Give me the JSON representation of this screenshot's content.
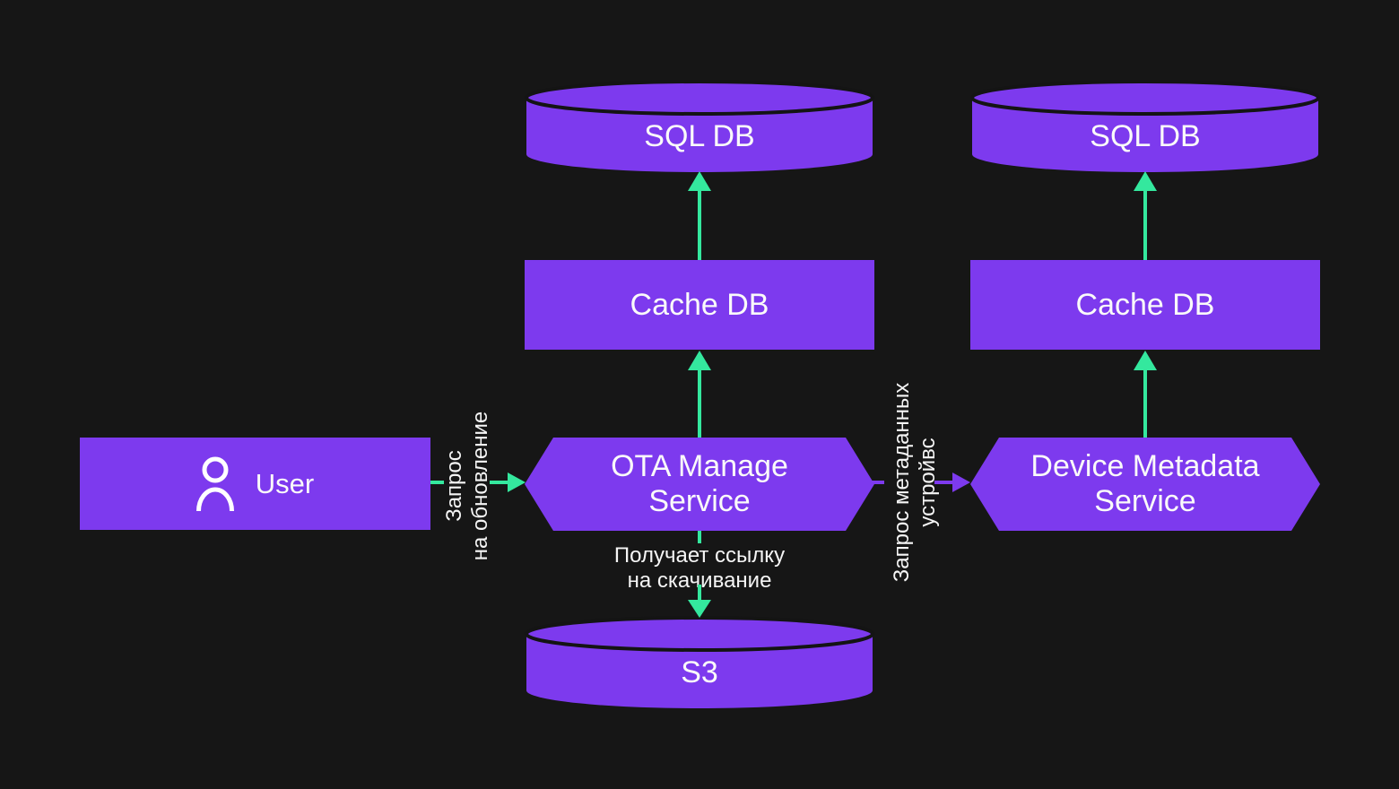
{
  "colors": {
    "background": "#161616",
    "node_purple": "#7d3aee",
    "arrow_green": "#34e89e",
    "arrow_purple": "#7d3aee",
    "text": "#ffffff",
    "cylinder_separator": "#141414"
  },
  "nodes": {
    "user": {
      "label": "User",
      "icon": "user-icon",
      "shape": "rectangle"
    },
    "ota_service": {
      "line1": "OTA Manage",
      "line2": "Service",
      "shape": "hexagon"
    },
    "device_service": {
      "line1": "Device Metadata",
      "line2": "Service",
      "shape": "hexagon"
    },
    "cache_db_center": {
      "label": "Cache DB",
      "shape": "rectangle"
    },
    "sql_db_center": {
      "label": "SQL DB",
      "shape": "cylinder"
    },
    "cache_db_right": {
      "label": "Cache DB",
      "shape": "rectangle"
    },
    "sql_db_right": {
      "label": "SQL DB",
      "shape": "cylinder"
    },
    "s3": {
      "label": "S3",
      "shape": "cylinder"
    }
  },
  "edges": {
    "user_to_ota": {
      "line1": "Запрос",
      "line2": "на обновление",
      "color": "green",
      "direction": "right"
    },
    "ota_to_device": {
      "line1": "Запрос метаданных",
      "line2": "устройвс",
      "color": "purple",
      "direction": "right"
    },
    "ota_to_s3": {
      "line1": "Получает ссылку",
      "line2": "на скачивание",
      "color": "green",
      "direction": "down"
    },
    "ota_to_cache_center": {
      "color": "green",
      "direction": "up"
    },
    "cache_center_to_sql": {
      "color": "green",
      "direction": "up"
    },
    "device_to_cache_right": {
      "color": "green",
      "direction": "up"
    },
    "cache_right_to_sql": {
      "color": "green",
      "direction": "up"
    }
  }
}
